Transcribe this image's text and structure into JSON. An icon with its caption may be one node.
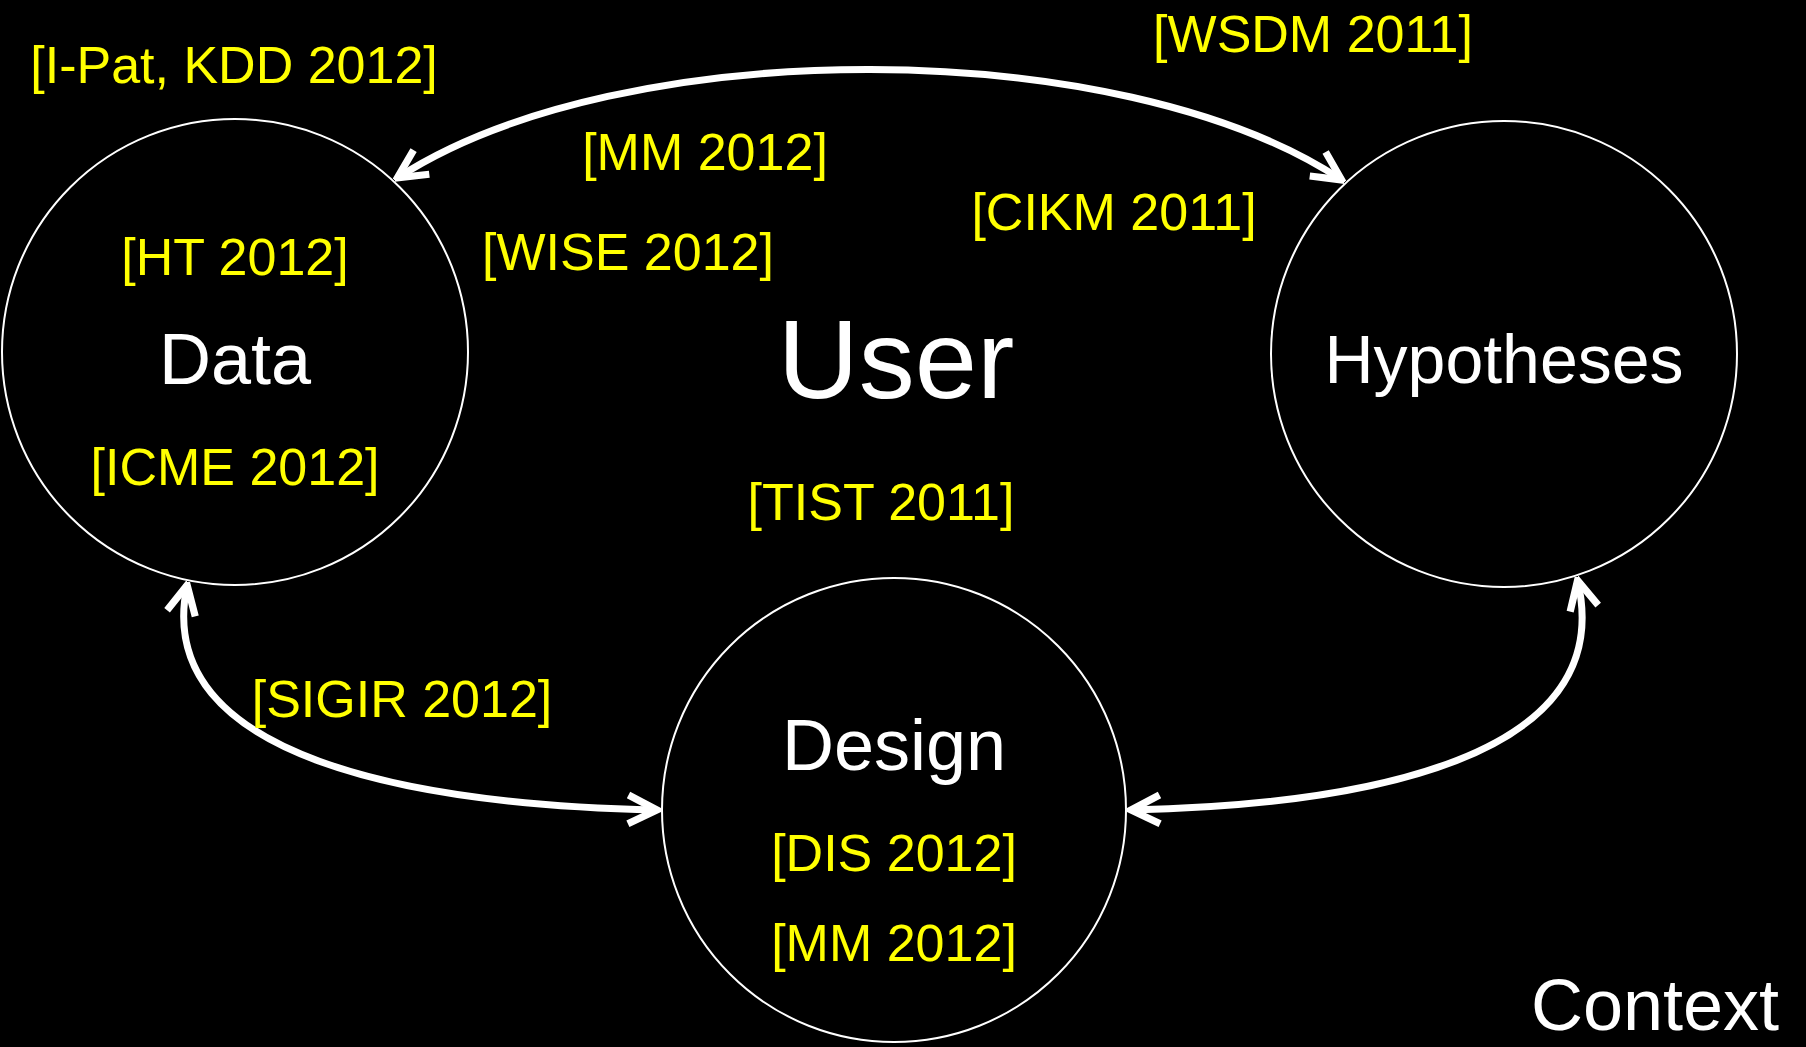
{
  "diagram": {
    "nodes": [
      {
        "text": [
          "[HT 2012]",
          "Data",
          "[ICME 2012]"
        ]
      },
      {
        "text": [
          "Hypotheses"
        ]
      },
      {
        "text": [
          "Design",
          "[DIS 2012]",
          "[MM 2012]"
        ]
      }
    ],
    "edges": [
      {
        "from": 0,
        "to": 1,
        "arrow": "both"
      },
      {
        "from": 0,
        "to": 2,
        "arrow": "both"
      },
      {
        "from": 1,
        "to": 2,
        "arrow": "both"
      }
    ],
    "labels": [
      "[I-Pat, KDD 2012]",
      "[WSDM 2011]",
      "[MM 2012]",
      "[CIKM 2011]",
      "[WISE 2012]",
      "User",
      "[TIST 2011]",
      "[SIGIR 2012]",
      "Context"
    ]
  }
}
